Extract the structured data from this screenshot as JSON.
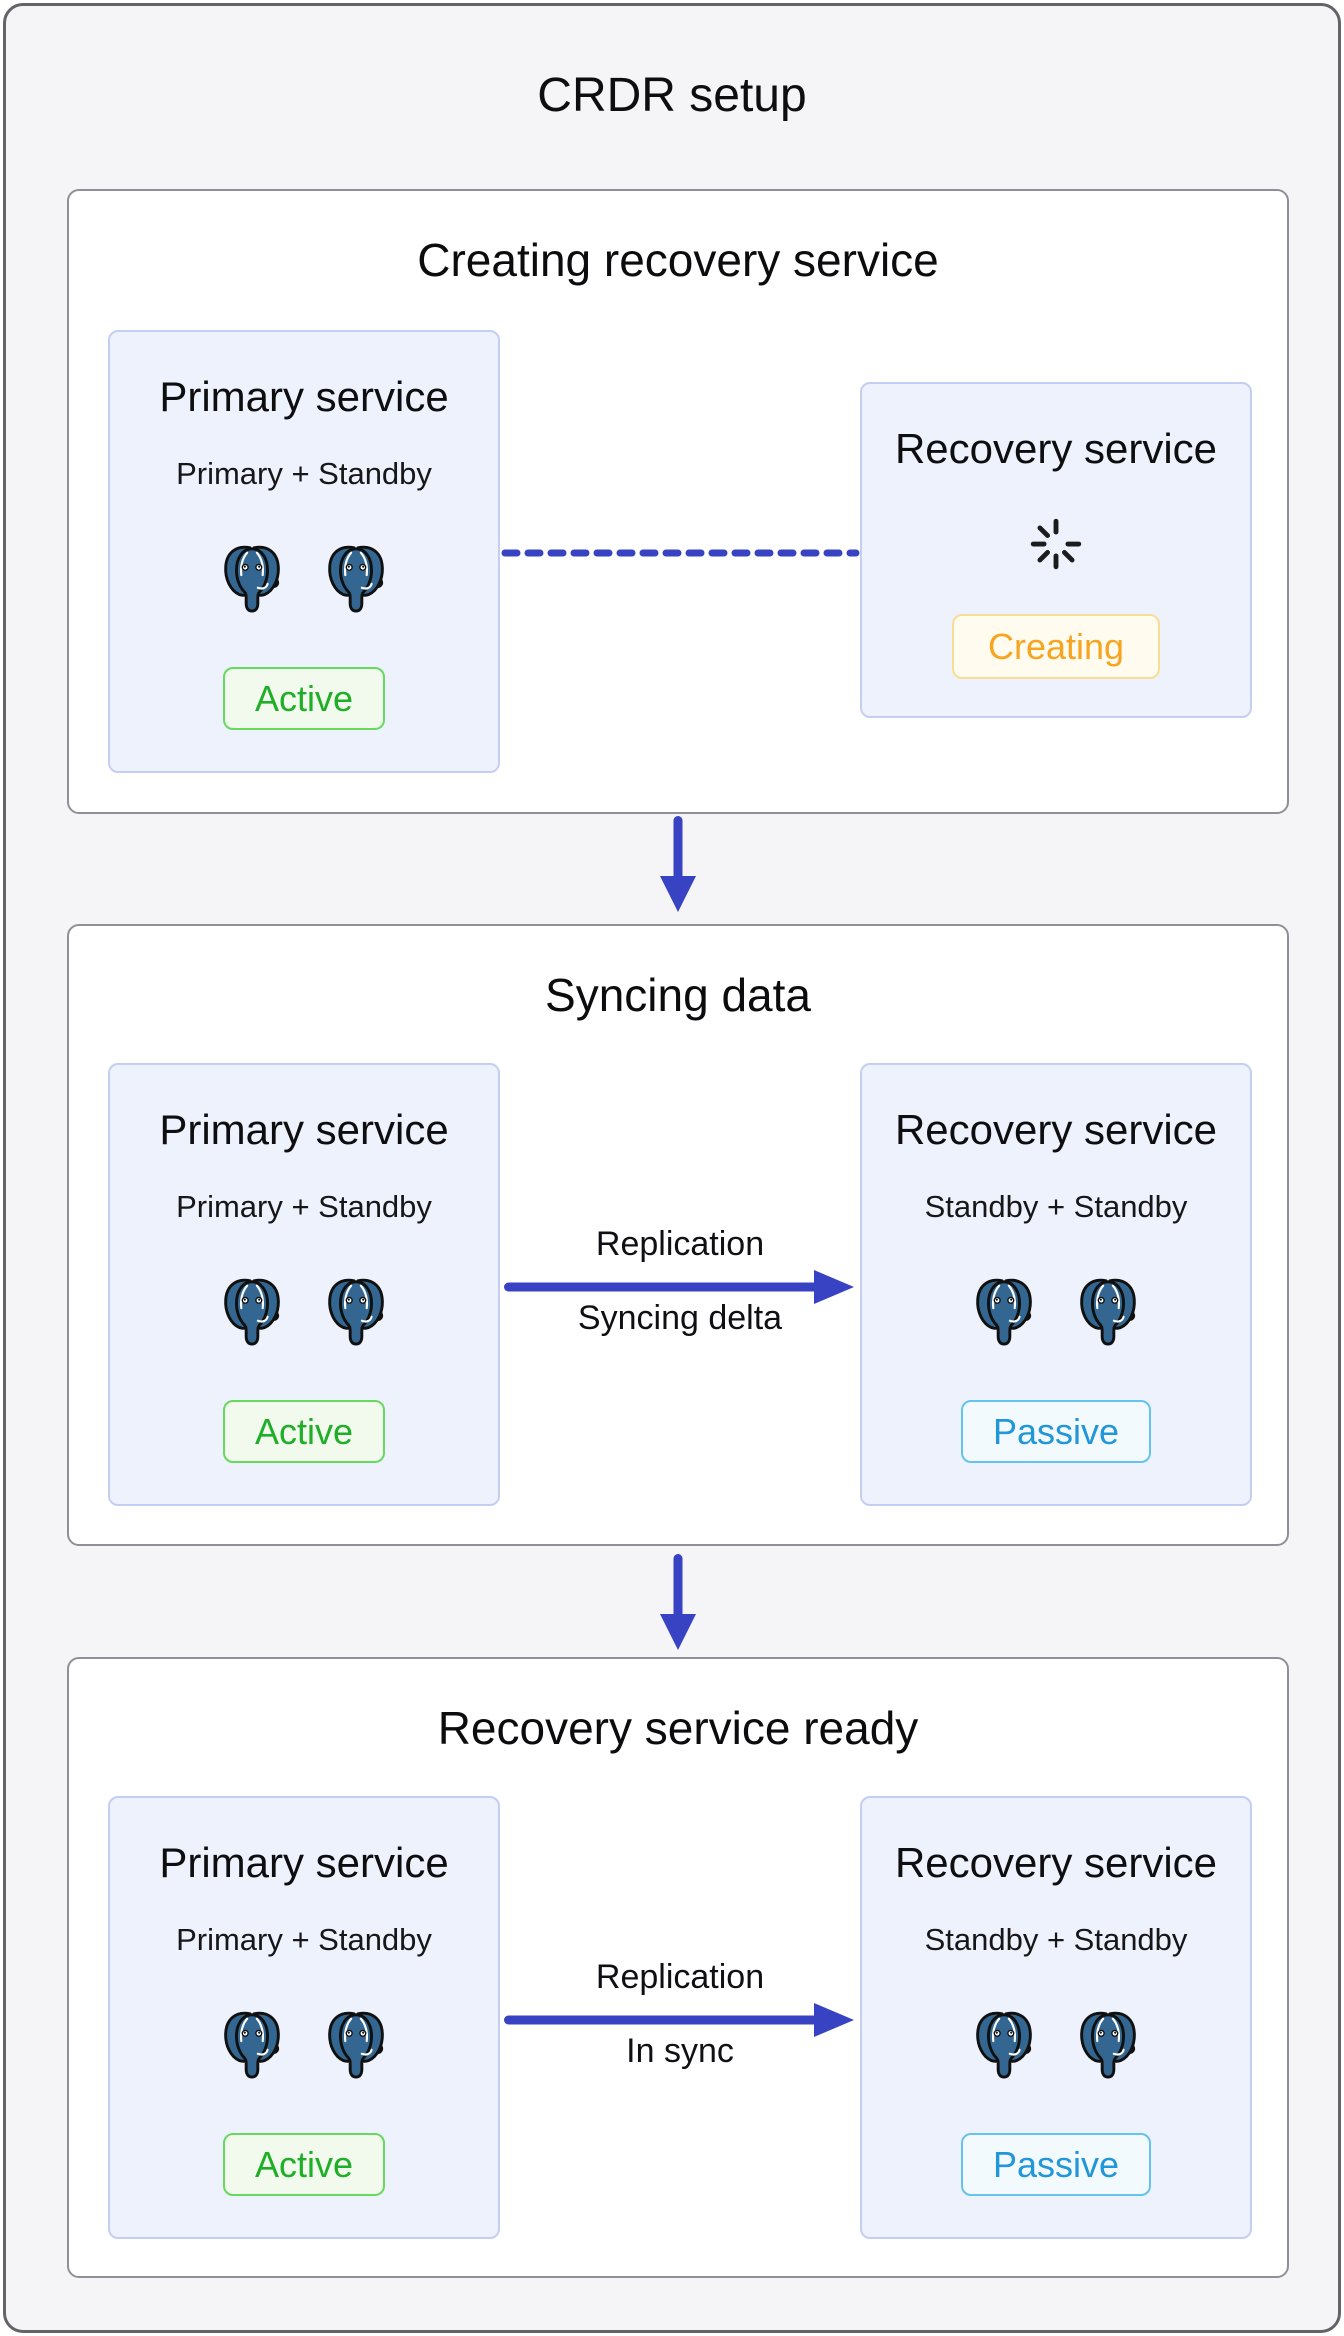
{
  "title": "CRDR setup",
  "colors": {
    "background": "#f5f5f7",
    "panel_border": "#8f8f97",
    "card_background": "#eef2fc",
    "card_border": "#c4cef2",
    "arrow_blue": "#3743c3",
    "active_green": "#1fae27",
    "creating_orange": "#f7a420",
    "passive_blue": "#2196d8",
    "postgres_blue": "#336791"
  },
  "stages": [
    {
      "title": "Creating recovery service",
      "primary": {
        "title": "Primary service",
        "subtitle": "Primary + Standby",
        "status": "Active"
      },
      "recovery": {
        "title": "Recovery service",
        "status": "Creating"
      },
      "connection": {
        "type": "dashed-line"
      }
    },
    {
      "title": "Syncing data",
      "primary": {
        "title": "Primary service",
        "subtitle": "Primary + Standby",
        "status": "Active"
      },
      "recovery": {
        "title": "Recovery service",
        "subtitle": "Standby + Standby",
        "status": "Passive"
      },
      "connection": {
        "type": "arrow",
        "label_top": "Replication",
        "label_bottom": "Syncing delta"
      }
    },
    {
      "title": "Recovery service ready",
      "primary": {
        "title": "Primary service",
        "subtitle": "Primary + Standby",
        "status": "Active"
      },
      "recovery": {
        "title": "Recovery service",
        "subtitle": "Standby + Standby",
        "status": "Passive"
      },
      "connection": {
        "type": "arrow",
        "label_top": "Replication",
        "label_bottom": "In sync"
      }
    }
  ],
  "icons": {
    "postgres": "postgresql-elephant-icon",
    "spinner": "loading-spinner-icon",
    "down_arrow": "down-arrow-icon"
  }
}
